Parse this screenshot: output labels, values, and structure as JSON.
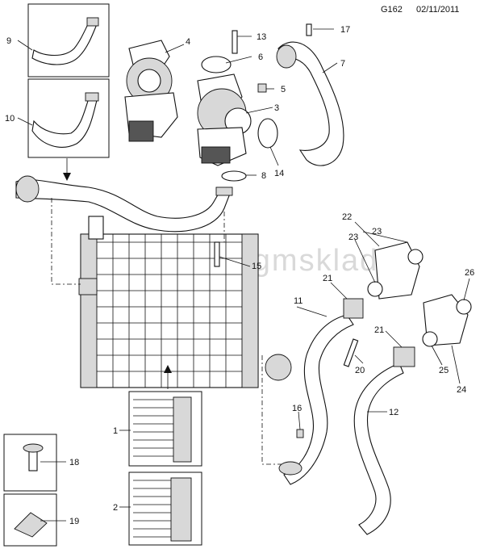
{
  "header": {
    "code": "G162",
    "date": "02/11/2011"
  },
  "watermark": "www.gmsklad.ru",
  "callouts": [
    "1",
    "2",
    "3",
    "4",
    "5",
    "6",
    "7",
    "8",
    "9",
    "10",
    "11",
    "12",
    "13",
    "14",
    "15",
    "16",
    "17",
    "18",
    "19",
    "20",
    "21",
    "21",
    "22",
    "23",
    "23",
    "24",
    "25",
    "26"
  ]
}
